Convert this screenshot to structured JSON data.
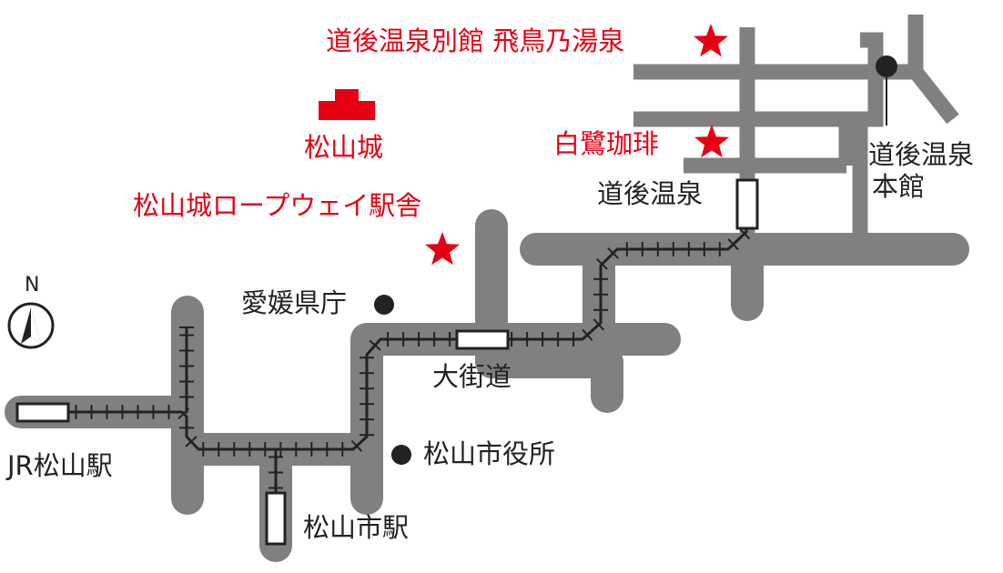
{
  "colors": {
    "road": "#808080",
    "track": "#222222",
    "accent": "#e60012",
    "text": "#222222",
    "background": "#ffffff"
  },
  "compass": {
    "label": "N",
    "icon": "north-arrow-icon"
  },
  "spots": {
    "asuka": {
      "label": "道後温泉別館 飛鳥乃湯泉",
      "icon": "star-icon"
    },
    "castle": {
      "label": "松山城",
      "icon": "castle-icon"
    },
    "hakuro": {
      "label": "白鷺珈琲",
      "icon": "star-icon"
    },
    "ropeway": {
      "label": "松山城ロープウェイ駅舎",
      "icon": "star-icon"
    }
  },
  "landmarks": {
    "honkan": {
      "line1": "道後温泉",
      "line2": "本館",
      "icon": "dot-icon"
    },
    "prefecture": {
      "label": "愛媛県庁",
      "icon": "dot-icon"
    },
    "cityhall": {
      "label": "松山市役所",
      "icon": "dot-icon"
    }
  },
  "stations": {
    "dogo": {
      "label": "道後温泉",
      "icon": "station-icon"
    },
    "okaido": {
      "label": "大街道",
      "icon": "station-icon"
    },
    "jr": {
      "label": "JR松山駅",
      "icon": "station-icon"
    },
    "shieki": {
      "label": "松山市駅",
      "icon": "station-icon"
    }
  }
}
